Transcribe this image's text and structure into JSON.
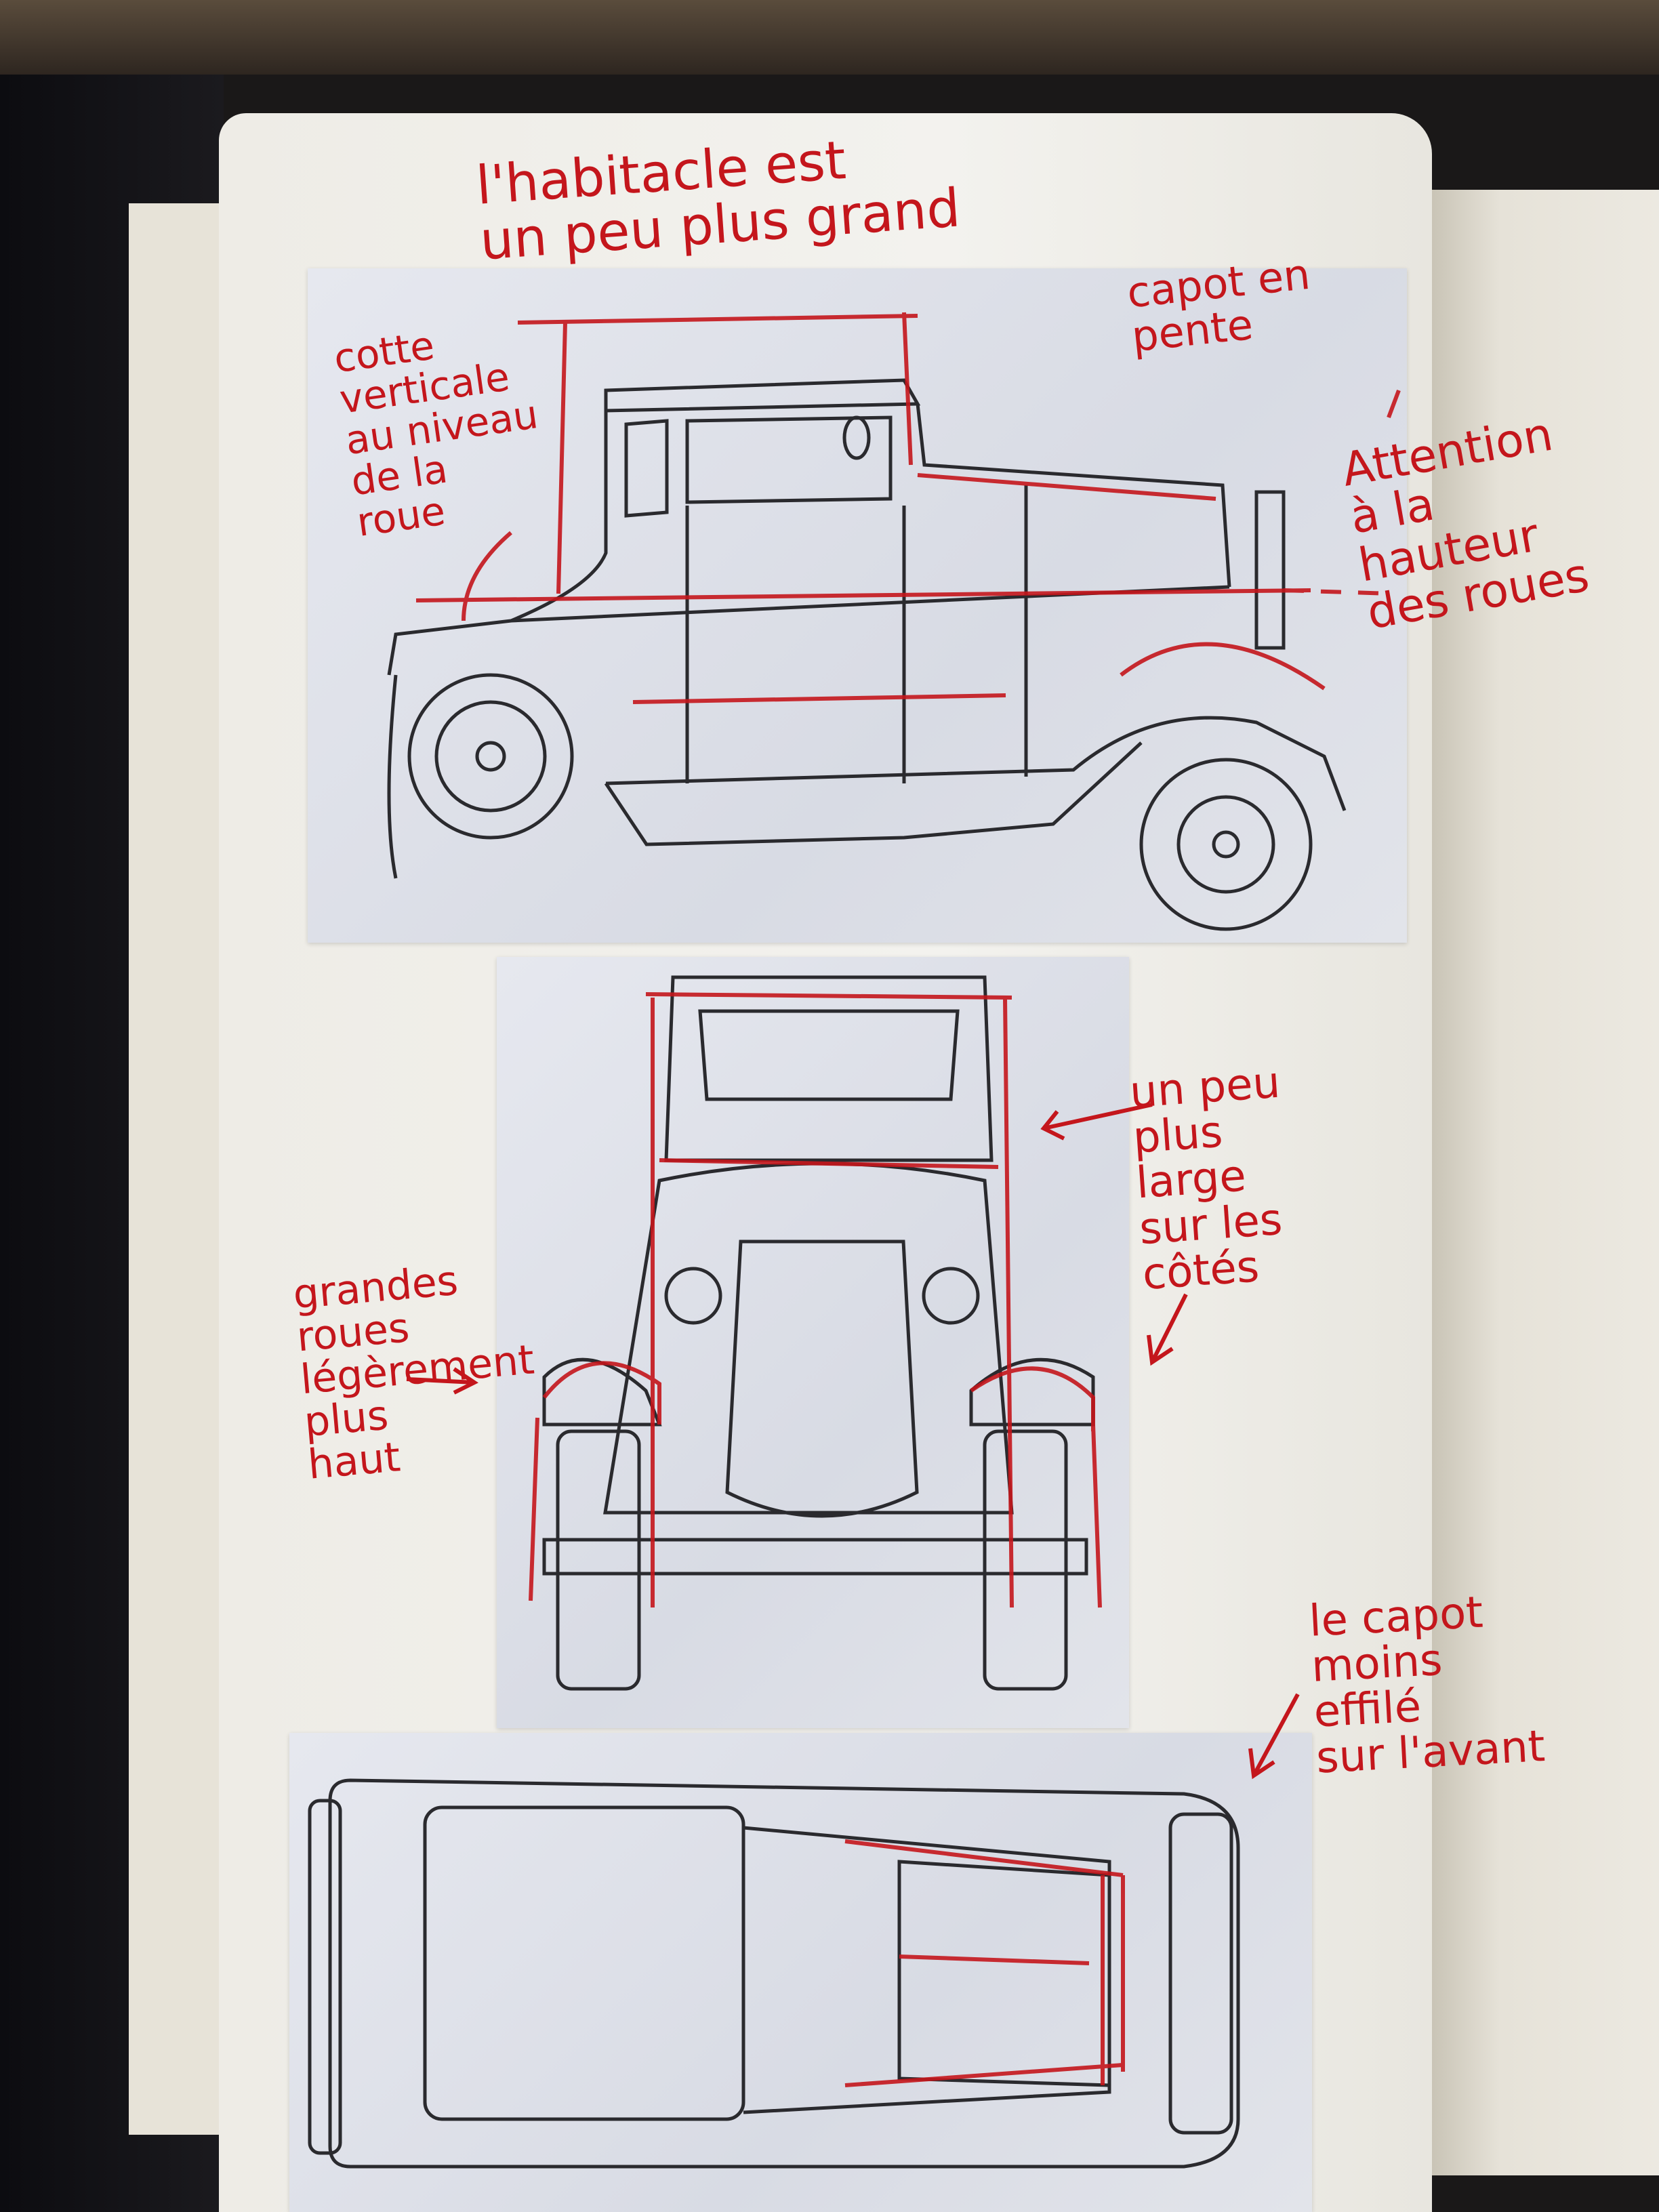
{
  "annotations": {
    "cabin": "l'habitacle est\nun peu plus grand",
    "vertical": "cotte\nverticale\nau niveau\nde la\nroue",
    "hood_slope": "capot en\npente",
    "wheel_height": "Attention\nà la\nhauteur\ndes roues",
    "wider_sides": "un peu\nplus\nlarge\nsur les\ncôtés",
    "big_wheels": "grandes\nroues\nlégèrement\nplus\nhaut",
    "hood_front": "le capot\nmoins\neffilé\nsur l'avant"
  },
  "colors": {
    "pencil": "#2a2a2e",
    "annotation": "#c4161c",
    "paper": "#dfe1e8",
    "sketchbook": "#f1f0ec"
  }
}
